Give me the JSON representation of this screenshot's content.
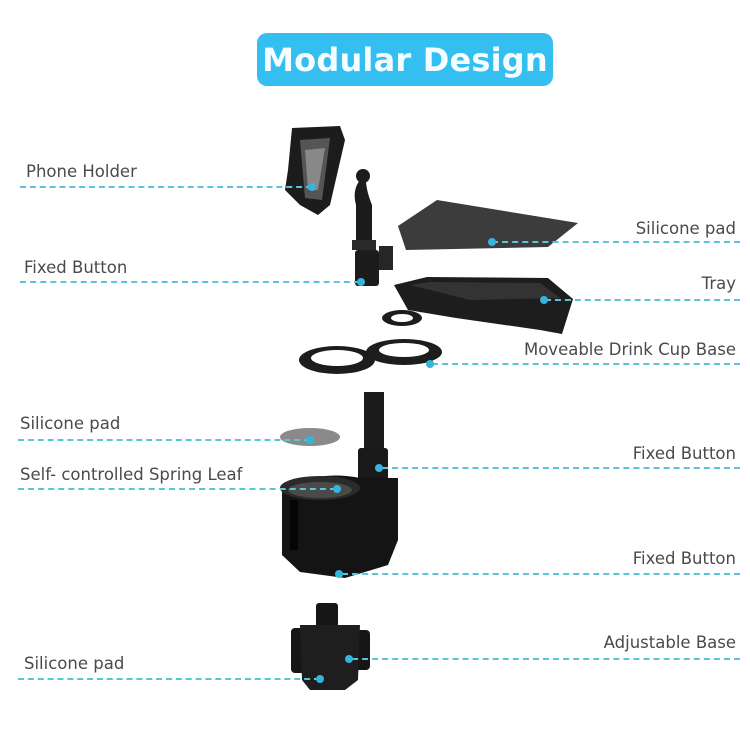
{
  "title": "Modular Design",
  "colors": {
    "title_bg": "#35bff0",
    "title_text": "#f4fdff",
    "leader_line": "#5cc3dd",
    "part_color": "#1a1a1a"
  },
  "callouts": {
    "left": [
      {
        "label": "Phone Holder"
      },
      {
        "label": "Fixed Button"
      },
      {
        "label": "Silicone pad"
      },
      {
        "label": "Self- controlled Spring Leaf"
      },
      {
        "label": "Silicone pad"
      }
    ],
    "right": [
      {
        "label": "Silicone pad"
      },
      {
        "label": "Tray"
      },
      {
        "label": "Moveable Drink Cup Base"
      },
      {
        "label": "Fixed Button"
      },
      {
        "label": "Fixed Button"
      },
      {
        "label": "Adjustable Base"
      }
    ]
  }
}
